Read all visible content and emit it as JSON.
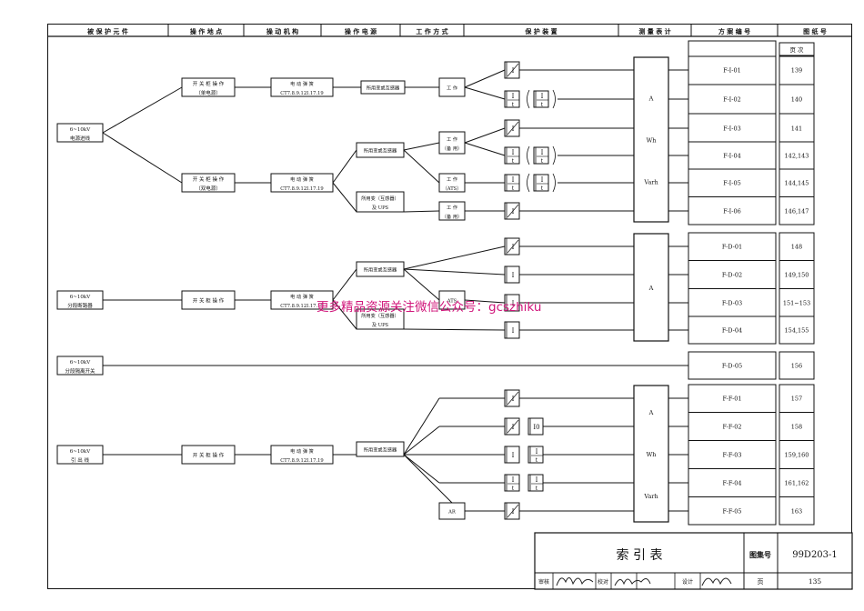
{
  "headers": [
    "被 保 护 元 件",
    "操 作 地 点",
    "操 动 机 构",
    "操 作 电 源",
    "工 作 方 式",
    "保 护 装 置",
    "测 量 表 计",
    "方 案 编 号",
    "图 纸 号"
  ],
  "page_col_header": "页 次",
  "elements": [
    {
      "label": "6~10kV",
      "sub": "电源进线"
    },
    {
      "label": "6~10kV",
      "sub": "分段断路器"
    },
    {
      "label": "6~10kV",
      "sub": "分段隔离开关"
    },
    {
      "label": "6~10kV",
      "sub": "引 出 线"
    }
  ],
  "op_locations": [
    {
      "label": "开 关 柜 操 作",
      "sub": "（单电源）"
    },
    {
      "label": "开 关 柜 操 作",
      "sub": "（双电源）"
    },
    {
      "label": "开 关 柜 操 作",
      "sub": ""
    },
    {
      "label": "开 关 柜 操 作",
      "sub": ""
    }
  ],
  "mechanism": {
    "label": "电 动 弹 簧",
    "sub": "CT7.8.9.12I.17.19"
  },
  "power_sources": [
    {
      "label": "所用变或互感器",
      "sub": ""
    },
    {
      "label": "所用变或互感器",
      "sub": ""
    },
    {
      "label": "所用变（互感器）",
      "sub": "及 UPS"
    },
    {
      "label": "所用变或互感器",
      "sub": ""
    },
    {
      "label": "所用变（互感器）",
      "sub": "及 UPS"
    },
    {
      "label": "所用变或互感器",
      "sub": ""
    }
  ],
  "work_modes": [
    {
      "label": "工 作",
      "sub": ""
    },
    {
      "label": "工 作",
      "sub": "（备 用）"
    },
    {
      "label": "工 作",
      "sub": "（ATS）"
    },
    {
      "label": "工 作",
      "sub": "（备 用）"
    },
    {
      "label": "ATS",
      "sub": ""
    },
    {
      "label": "AR",
      "sub": ""
    }
  ],
  "meter_groups": [
    {
      "lines": [
        "A",
        "Wh",
        "Varh"
      ]
    },
    {
      "lines": [
        "A"
      ]
    },
    {
      "lines": [
        "A",
        "Wh",
        "Varh"
      ]
    }
  ],
  "schemes": [
    {
      "code": "F-I-01",
      "page": "139"
    },
    {
      "code": "F-I-02",
      "page": "140"
    },
    {
      "code": "F-I-03",
      "page": "141"
    },
    {
      "code": "F-I-04",
      "page": "142,143"
    },
    {
      "code": "F-I-05",
      "page": "144,145"
    },
    {
      "code": "F-I-06",
      "page": "146,147"
    },
    {
      "code": "F-D-01",
      "page": "148"
    },
    {
      "code": "F-D-02",
      "page": "149,150"
    },
    {
      "code": "F-D-03",
      "page": "151~153"
    },
    {
      "code": "F-D-04",
      "page": "154,155"
    },
    {
      "code": "F-D-05",
      "page": "156"
    },
    {
      "code": "F-F-01",
      "page": "157"
    },
    {
      "code": "F-F-02",
      "page": "158"
    },
    {
      "code": "F-F-03",
      "page": "159,160"
    },
    {
      "code": "F-F-04",
      "page": "161,162"
    },
    {
      "code": "F-F-05",
      "page": "163"
    }
  ],
  "relay_symbols": {
    "inst": "I",
    "time": "t",
    "zero": "I0"
  },
  "watermark": "更多精品资源关注微信公众号：gcszhiku",
  "title_block": {
    "title": "索  引  表",
    "atlas_label": "图集号",
    "atlas_no": "99D203-1",
    "review_label": "审核",
    "check_label": "校对",
    "design_label": "设计",
    "page_label": "页",
    "page_no": "135"
  }
}
